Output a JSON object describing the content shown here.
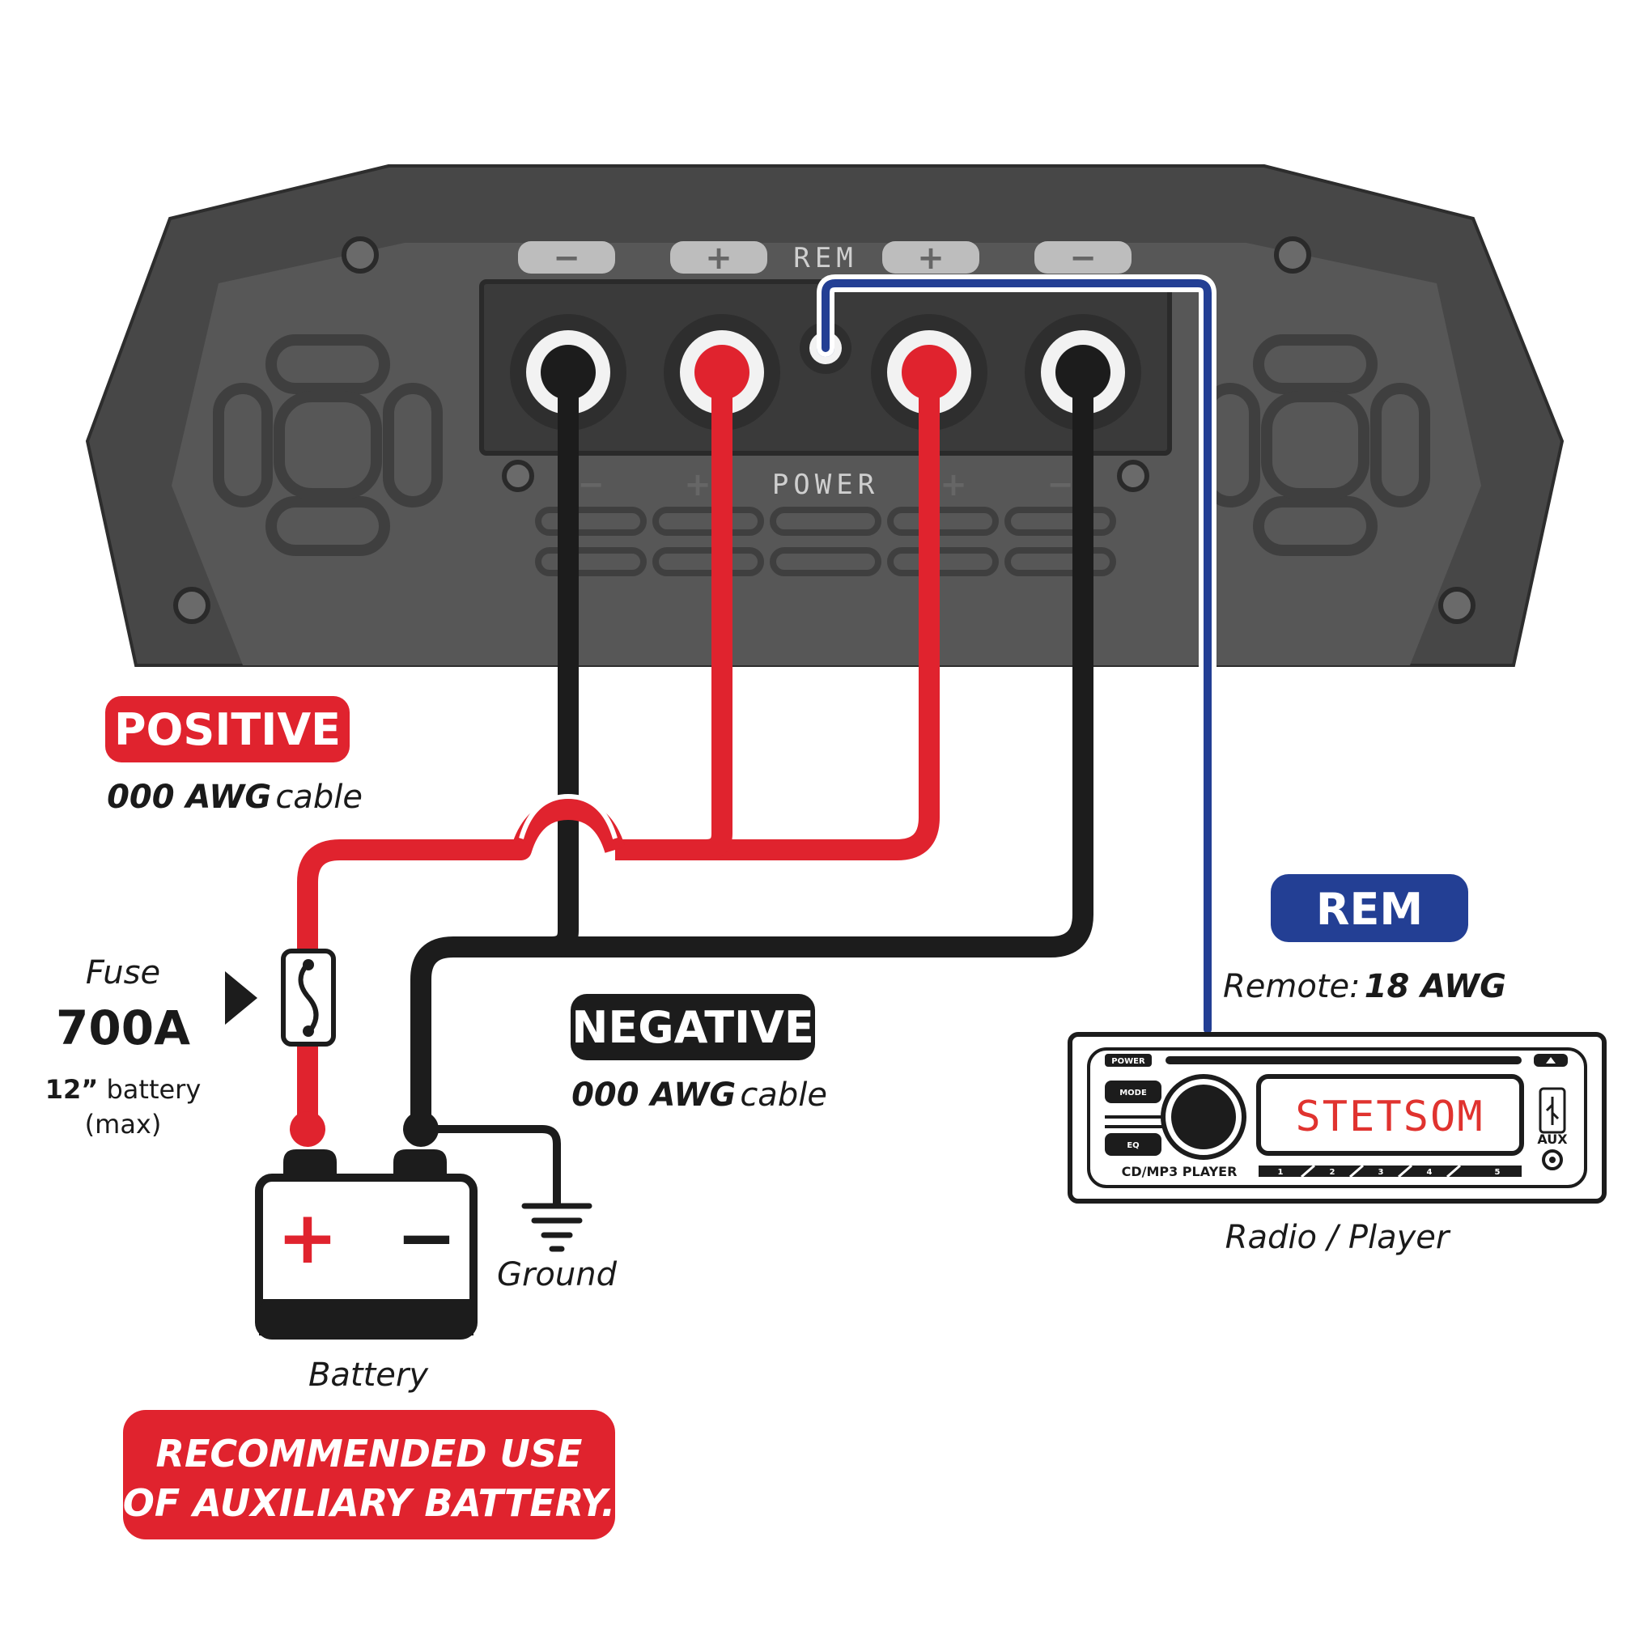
{
  "colors": {
    "positive_wire": "#e0232e",
    "negative_wire": "#1c1c1c",
    "remote_wire": "#233f94",
    "amp_body": "#4a4a4a",
    "amp_panel": "#5e5e5e",
    "positive_badge": "#e0232e",
    "negative_badge": "#1c1c1c",
    "rem_badge": "#233f94",
    "radio_display_text": "#e0332f"
  },
  "amplifier": {
    "top_terminal_signs": [
      "−",
      "+",
      "+",
      "−"
    ],
    "rem_label": "REM",
    "power_label": "POWER",
    "bottom_terminal_signs": [
      "−",
      "+",
      "+",
      "−"
    ]
  },
  "positive": {
    "badge": "POSITIVE",
    "cable_gauge": "000 AWG",
    "cable_word": "cable"
  },
  "negative": {
    "badge": "NEGATIVE",
    "cable_gauge": "000 AWG",
    "cable_word": "cable"
  },
  "rem": {
    "badge": "REM",
    "remote_label": "Remote:",
    "remote_gauge": "18 AWG"
  },
  "fuse": {
    "label": "Fuse",
    "rating": "700A",
    "distance": "12”",
    "distance_suffix": "battery",
    "distance_note": "(max)",
    "icon": "fuse-icon"
  },
  "battery": {
    "plus": "+",
    "minus": "−",
    "label": "Battery",
    "icon": "battery-icon"
  },
  "ground": {
    "label": "Ground",
    "icon": "ground-icon"
  },
  "radio": {
    "power_btn": "POWER",
    "mode_btn": "MODE",
    "eq_btn": "EQ",
    "display": "STETSOM",
    "model": "CD/MP3 PLAYER",
    "presets": [
      "1",
      "2",
      "3",
      "4",
      "5"
    ],
    "aux": "AUX",
    "label": "Radio / Player"
  },
  "recommendation": {
    "line1": "RECOMMENDED USE",
    "line2": "OF AUXILIARY BATTERY."
  }
}
